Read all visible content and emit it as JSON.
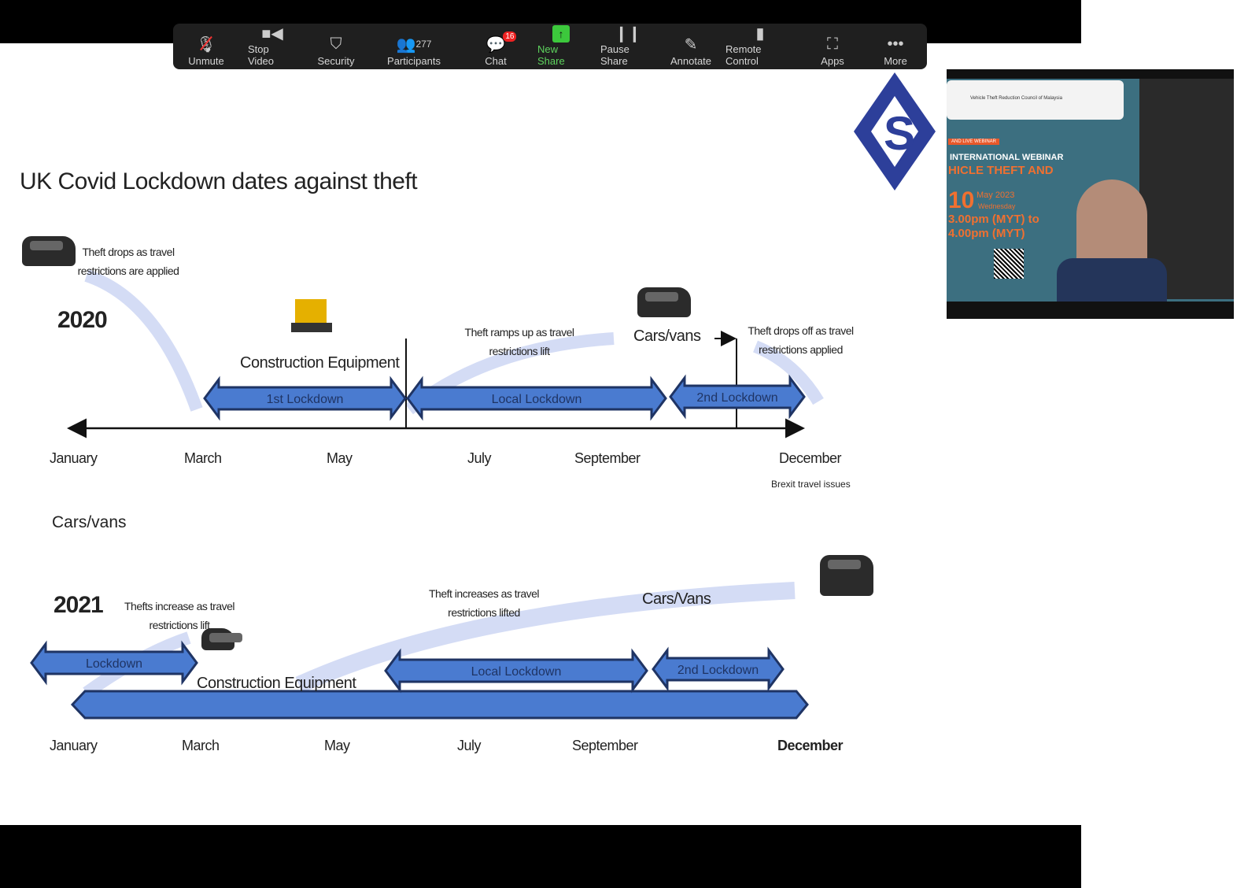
{
  "toolbar": {
    "items": [
      {
        "label": "Unmute",
        "icon": "microphone-muted-icon"
      },
      {
        "label": "Stop Video",
        "icon": "video-camera-icon"
      },
      {
        "label": "Security",
        "icon": "shield-icon"
      },
      {
        "label": "Participants",
        "icon": "participants-icon",
        "count": "277"
      },
      {
        "label": "Chat",
        "icon": "chat-icon",
        "badge": "16"
      },
      {
        "label": "New Share",
        "icon": "share-arrow-icon"
      },
      {
        "label": "Pause Share",
        "icon": "pause-icon"
      },
      {
        "label": "Annotate",
        "icon": "pencil-icon"
      },
      {
        "label": "Remote Control",
        "icon": "mouse-icon"
      },
      {
        "label": "Apps",
        "icon": "apps-icon"
      },
      {
        "label": "More",
        "icon": "more-icon"
      }
    ]
  },
  "slide": {
    "title": "UK Covid Lockdown dates against theft",
    "y2020": {
      "year": "2020",
      "note1": "Theft drops as travel restrictions are applied",
      "construction": "Construction Equipment",
      "note2": "Theft ramps up as travel restrictions lift",
      "cars": "Cars/vans",
      "note3": "Theft drops off as travel restrictions applied",
      "lockdowns": [
        "1st Lockdown",
        "Local Lockdown",
        "2nd Lockdown"
      ],
      "months": [
        "January",
        "March",
        "May",
        "July",
        "September",
        "December"
      ],
      "brexit": "Brexit travel issues"
    },
    "cars_label": "Cars/vans",
    "y2021": {
      "year": "2021",
      "note1": "Thefts increase as travel restrictions lift",
      "note2": "Theft increases as travel restrictions lifted",
      "cars": "Cars/Vans",
      "construction": "Construction Equipment",
      "lockdowns": [
        "Lockdown",
        "Local Lockdown",
        "2nd Lockdown"
      ],
      "months": [
        "January",
        "March",
        "May",
        "July",
        "September",
        "December"
      ]
    }
  },
  "video": {
    "heading": "INTERNATIONAL WEBINAR",
    "subheading": "HICLE THEFT AND",
    "day": "10",
    "date": "May 2023",
    "weekday": "Wednesday",
    "time1": "3.00pm (MYT) to",
    "time2": "4.00pm (MYT)",
    "org": "Vehicle Theft Reduction Council of Malaysia",
    "live": "AND LIVE WEBINAR"
  }
}
